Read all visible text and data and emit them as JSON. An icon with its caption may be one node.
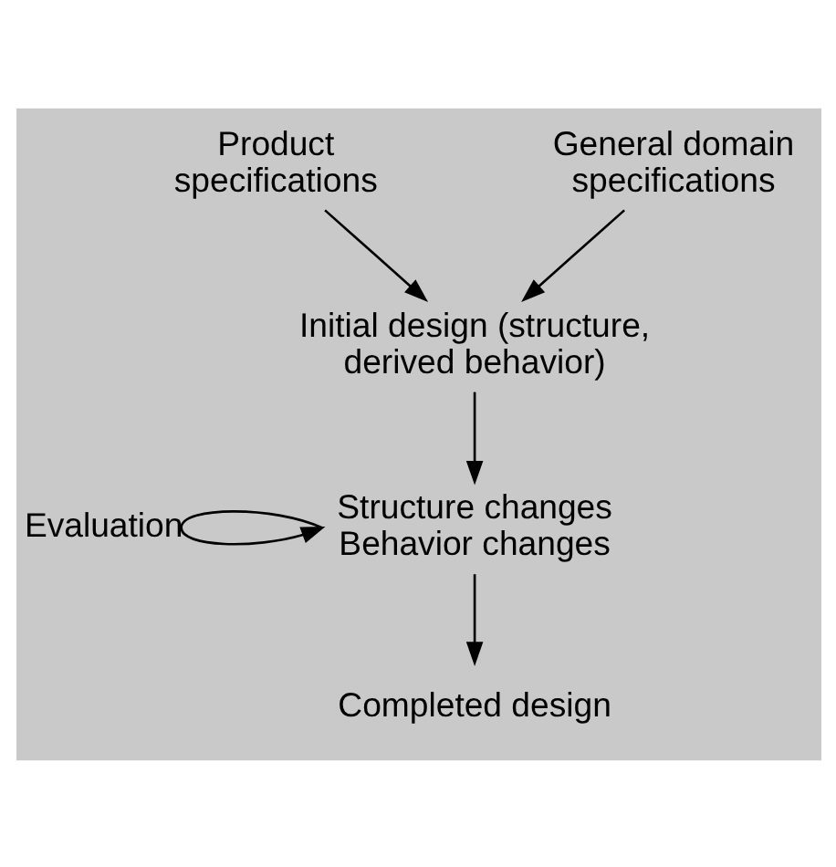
{
  "diagram": {
    "nodes": [
      {
        "text": [
          "Product specifications"
        ]
      },
      {
        "text": [
          "General domain specifications"
        ]
      },
      {
        "text": [
          "Initial design (structure, derived behavior)"
        ]
      },
      {
        "text": [
          "Structure changes Behavior changes"
        ]
      },
      {
        "text": [
          "Completed design"
        ]
      }
    ],
    "edges": [
      {
        "from": 0,
        "to": 2,
        "arrow": "to"
      },
      {
        "from": 1,
        "to": 2,
        "arrow": "to"
      },
      {
        "from": 2,
        "to": 3,
        "arrow": "to"
      },
      {
        "from": 3,
        "to": 3,
        "arrow": "to",
        "label": "Evaluation"
      },
      {
        "from": 3,
        "to": 4,
        "arrow": "to"
      }
    ]
  }
}
